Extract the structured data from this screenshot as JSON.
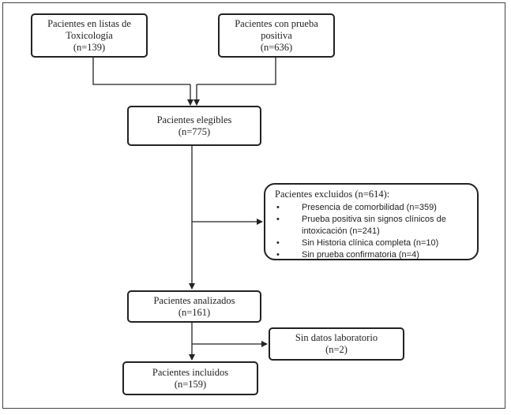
{
  "boxes": {
    "toxicologia": {
      "line1": "Pacientes en listas de",
      "line2": "Toxicología",
      "line3": "(n=139)"
    },
    "prueba_positiva": {
      "line1": "Pacientes con prueba",
      "line2": "positiva",
      "line3": "(n=636)"
    },
    "elegibles": {
      "line1": "Pacientes elegibles",
      "line2": "(n=775)"
    },
    "excluidos": {
      "title": "Pacientes excluidos (n=614):",
      "items": [
        {
          "bullet": "•",
          "lines": [
            "Presencia de comorbilidad (n=359)"
          ]
        },
        {
          "bullet": "•",
          "lines": [
            "Prueba positiva sin signos clínicos de",
            "intoxicación (n=241)"
          ]
        },
        {
          "bullet": "•",
          "lines": [
            "Sin Historia clínica completa (n=10)"
          ]
        },
        {
          "bullet": "•",
          "lines": [
            "Sin prueba confirmatoria (n=4)"
          ]
        }
      ]
    },
    "analizados": {
      "line1": "Pacientes analizados",
      "line2": "(n=161)"
    },
    "sin_datos": {
      "line1": "Sin datos laboratorio",
      "line2": "(n=2)"
    },
    "incluidos": {
      "line1": "Pacientes incluidos",
      "line2": "(n=159)"
    }
  }
}
